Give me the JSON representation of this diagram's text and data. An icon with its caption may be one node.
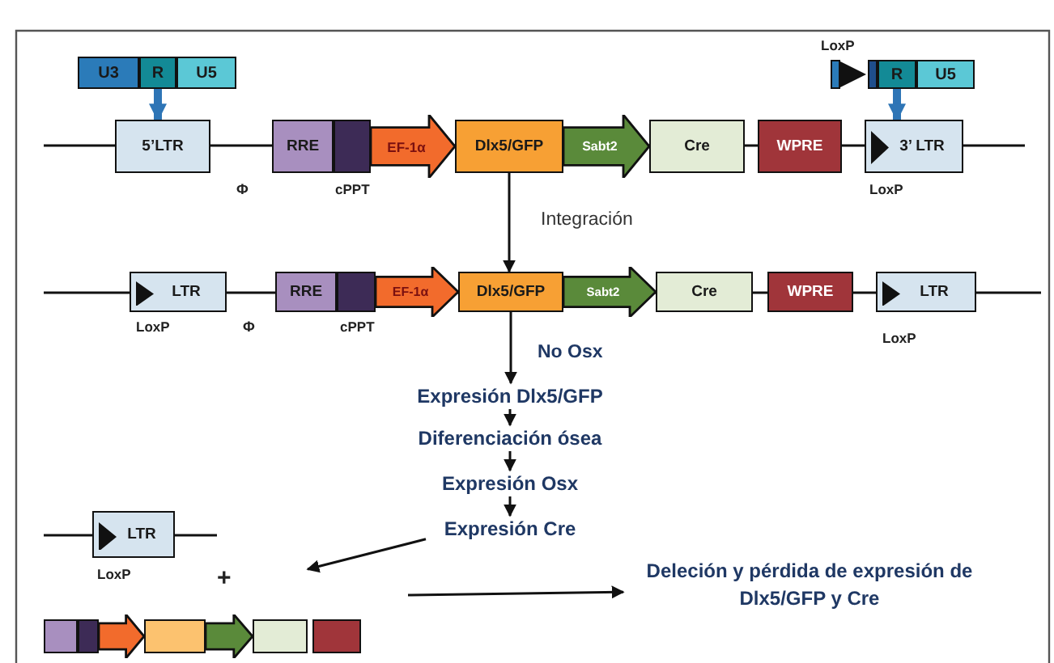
{
  "diagram": {
    "nodes": [
      {
        "text": [
          "U3"
        ]
      },
      {
        "text": [
          "R"
        ]
      },
      {
        "text": [
          "U5"
        ]
      },
      {
        "text": [],
        "shape": "bar",
        "beside": [
          "LoxP"
        ]
      },
      {
        "text": [],
        "shape": "bar"
      },
      {
        "text": [
          "R"
        ]
      },
      {
        "text": [
          "U5"
        ]
      },
      {
        "text": [
          "5’LTR"
        ]
      },
      {
        "text": [
          "RRE"
        ]
      },
      {
        "text": [],
        "shape": "box",
        "beside": [
          "cPPT"
        ]
      },
      {
        "text": [
          "EF-1α"
        ]
      },
      {
        "text": [
          "Dlx5/GFP"
        ]
      },
      {
        "text": [
          "Sabt2"
        ]
      },
      {
        "text": [
          "Cre"
        ]
      },
      {
        "text": [
          "WPRE"
        ]
      },
      {
        "text": [
          "3’ LTR"
        ],
        "beside": [
          "LoxP"
        ]
      },
      {
        "text": [
          "LTR"
        ],
        "beside": [
          "LoxP"
        ]
      },
      {
        "text": [
          "RRE"
        ]
      },
      {
        "text": [],
        "shape": "box",
        "beside": [
          "cPPT"
        ]
      },
      {
        "text": [
          "EF-1α"
        ]
      },
      {
        "text": [
          "Dlx5/GFP"
        ]
      },
      {
        "text": [
          "Sabt2"
        ]
      },
      {
        "text": [
          "Cre"
        ]
      },
      {
        "text": [
          "WPRE"
        ]
      },
      {
        "text": [
          "LTR"
        ],
        "beside": [
          "LoxP"
        ]
      },
      {
        "text": [
          "Expresión Dlx5/GFP"
        ]
      },
      {
        "text": [
          "Diferenciación ósea"
        ]
      },
      {
        "text": [
          "Expresión Osx"
        ]
      },
      {
        "text": [
          "Expresión Cre"
        ]
      },
      {
        "text": [
          "LTR"
        ],
        "beside": [
          "LoxP"
        ]
      },
      {
        "text": [
          "Deleción y pérdida de expresión de Dlx5/GFP y Cre"
        ]
      },
      {
        "text": [],
        "shape": "box"
      },
      {
        "text": [],
        "shape": "box"
      },
      {
        "text": [],
        "shape": "arrow"
      },
      {
        "text": [],
        "shape": "box"
      },
      {
        "text": [],
        "shape": "arrow"
      },
      {
        "text": [],
        "shape": "box"
      },
      {
        "text": [],
        "shape": "box"
      }
    ],
    "edges": [
      {
        "from": 1,
        "to": 7,
        "arrow": "to",
        "style": "thick",
        "color": "#2e75b6"
      },
      {
        "from": 5,
        "to": 15,
        "arrow": "to",
        "style": "thick",
        "color": "#2e75b6"
      },
      {
        "from": 11,
        "to": 20,
        "arrow": "to",
        "label": "Integración"
      },
      {
        "from": 20,
        "to": 25,
        "arrow": "to",
        "label": "No Osx"
      },
      {
        "from": 25,
        "to": 26,
        "arrow": "to"
      },
      {
        "from": 26,
        "to": 27,
        "arrow": "to"
      },
      {
        "from": 27,
        "to": 28,
        "arrow": "to"
      },
      {
        "from": 28,
        "to": null,
        "arrow": "to"
      },
      {
        "from": null,
        "to": 30,
        "arrow": "to"
      }
    ],
    "labels": [
      "Φ",
      "Φ",
      "+"
    ]
  }
}
